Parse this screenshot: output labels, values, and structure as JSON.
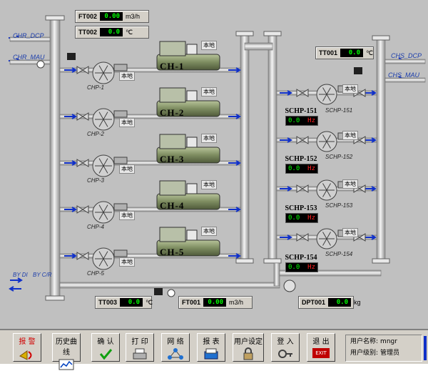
{
  "sources": {
    "chr_dcp": "CHR_DCP",
    "chr_mau": "CHR_MAU",
    "chs_dcp": "CHS_DCP",
    "chs_mau": "CHS_MAU",
    "by_di": "BY DI",
    "by_cr": "BY C/R"
  },
  "flow_top": {
    "tag": "FT002",
    "value": "0.00",
    "unit": "m3/h"
  },
  "temp_top": {
    "tag": "TT002",
    "value": "0.0",
    "unit": "℃"
  },
  "temp_right": {
    "tag": "TT001",
    "value": "0.0",
    "unit": "℃"
  },
  "temp_bottom": {
    "tag": "TT003",
    "value": "0.0",
    "unit": "℃"
  },
  "flow_bottom": {
    "tag": "FT001",
    "value": "0.00",
    "unit": "m3/h"
  },
  "dp_bottom": {
    "tag": "DPT001",
    "value": "0.0",
    "unit": "kg"
  },
  "local_label": "本地",
  "chillers": [
    {
      "name": "CH-1",
      "pump": "CHP-1"
    },
    {
      "name": "CH-2",
      "pump": "CHP-2"
    },
    {
      "name": "CH-3",
      "pump": "CHP-3"
    },
    {
      "name": "CH-4",
      "pump": "CHP-4"
    },
    {
      "name": "CH-5",
      "pump": "CHP-5"
    }
  ],
  "secondary_pumps": [
    {
      "tag": "SCHP-151",
      "pump": "SCHP-151",
      "value": "0.0",
      "unit": "Hz"
    },
    {
      "tag": "SCHP-152",
      "pump": "SCHP-152",
      "value": "0.0",
      "unit": "Hz"
    },
    {
      "tag": "SCHP-153",
      "pump": "SCHP-153",
      "value": "0.0",
      "unit": "Hz"
    },
    {
      "tag": "SCHP-154",
      "pump": "SCHP-154",
      "value": "0.0",
      "unit": "Hz"
    }
  ],
  "toolbar": {
    "alarm": "报 警",
    "history": "历史曲线",
    "confirm": "确 认",
    "print": "打 印",
    "network": "网 络",
    "report": "报 表",
    "user_settings": "用户设定",
    "login": "登 入",
    "exit": "退 出",
    "exit_icon_text": "EXIT"
  },
  "user": {
    "name_label": "用户名称:",
    "name": "mngr",
    "level_label": "用户级别:",
    "level": "管理员"
  },
  "colors": {
    "pipe": "#d8d8d8",
    "flow_arrow": "#1030c8",
    "display_bg": "#000000",
    "display_text": "#00ff00",
    "hz_unit": "#ff2020",
    "chiller_body": "#8a9a70"
  }
}
